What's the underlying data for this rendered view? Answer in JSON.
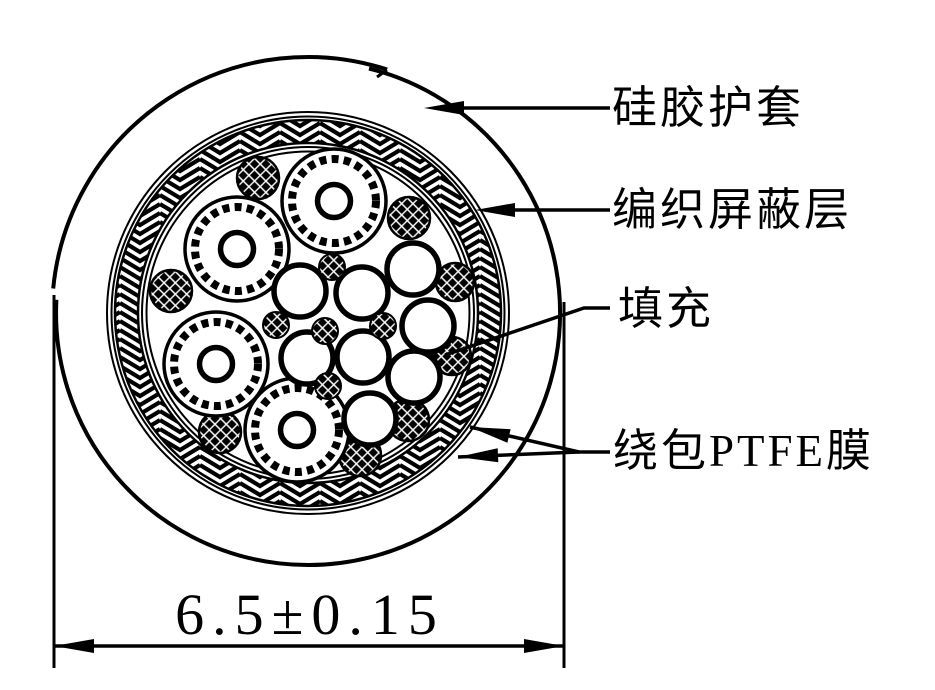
{
  "diagram": {
    "kind": "cable-cross-section",
    "labels": {
      "jacket": "硅胶护套",
      "shield": "编织屏蔽层",
      "filler": "填充",
      "ptfe_wrap": "绕包PTFE膜"
    },
    "dimension": {
      "value": "6.5±0.15"
    },
    "structure": {
      "shielded_cores": 4,
      "single_wires": 8,
      "fillers": 8,
      "small_fillers": 5
    },
    "colors": {
      "ink": "#000000",
      "background": "#ffffff"
    }
  }
}
